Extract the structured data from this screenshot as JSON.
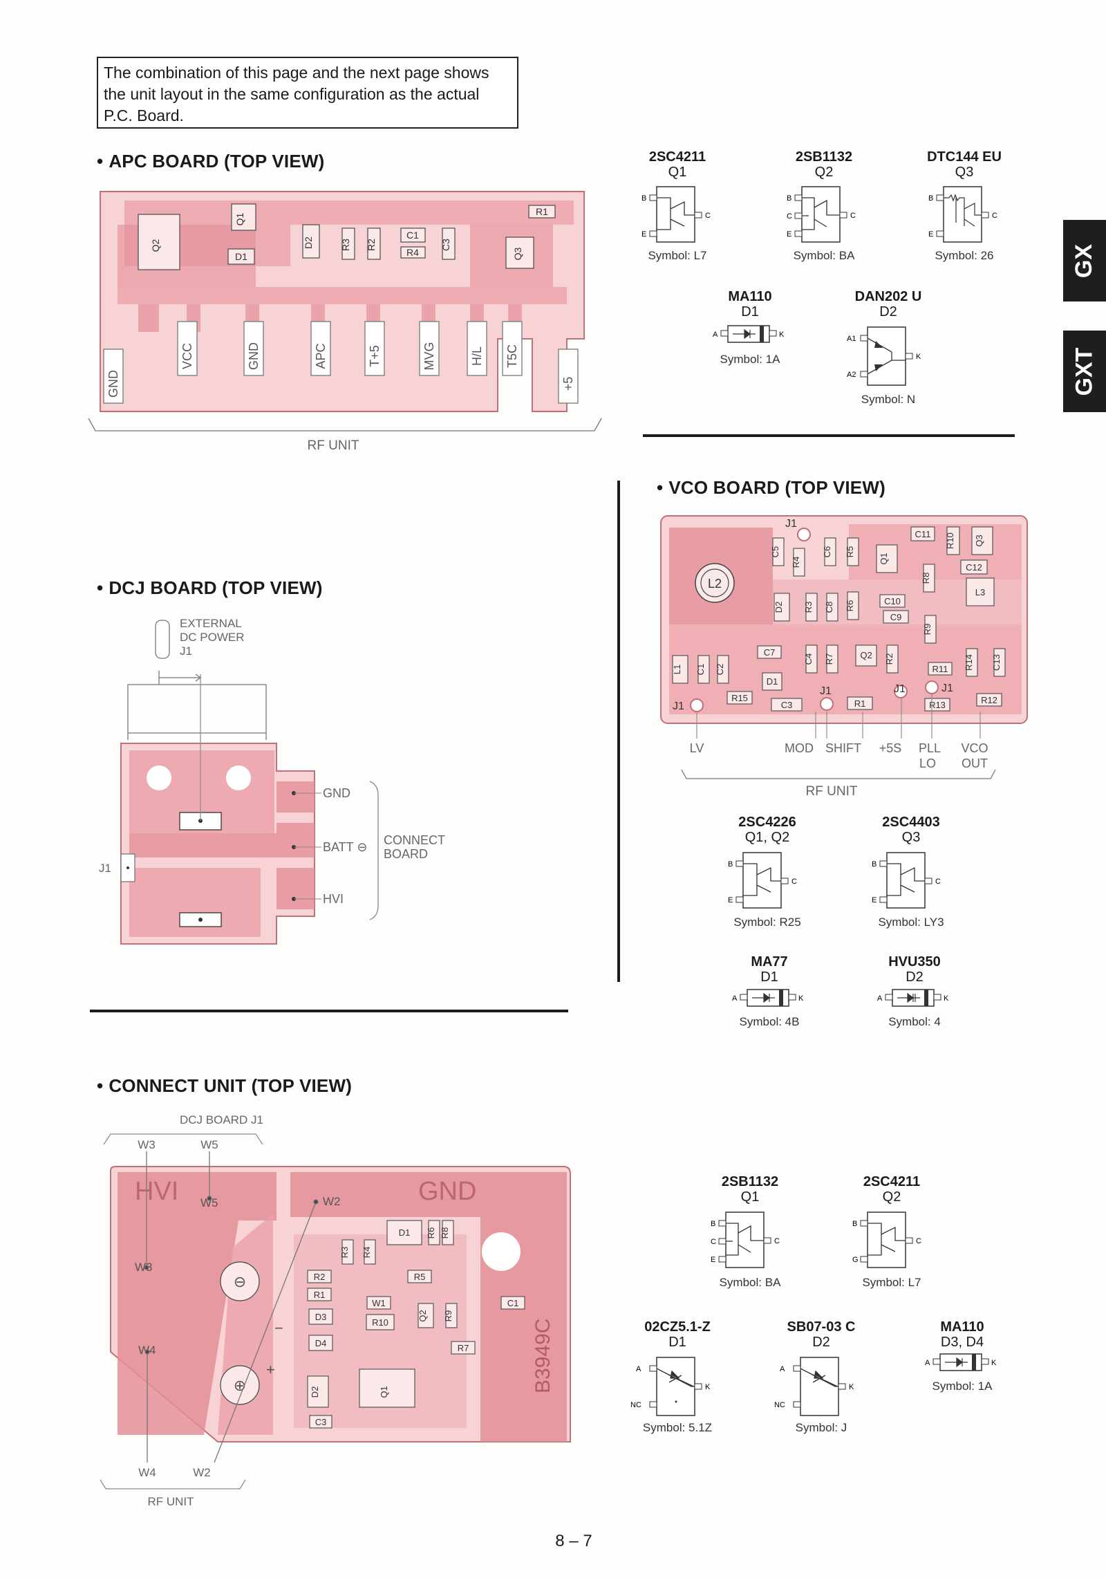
{
  "notice": "The combination of this page and the next page shows the unit layout in the same configuration as the actual P.C. Board.",
  "apc": {
    "title": "APC BOARD (TOP VIEW)",
    "pins": [
      "GND",
      "VCC",
      "GND",
      "APC",
      "T+5",
      "MVG",
      "H/L",
      "T5C",
      "+5"
    ],
    "components": [
      "Q2",
      "Q1",
      "D1",
      "D2",
      "R3",
      "R2",
      "C1",
      "R4",
      "C3",
      "R1",
      "Q3"
    ],
    "unit_label": "RF UNIT"
  },
  "apc_parts": [
    {
      "name": "2SC4211",
      "ref": "Q1",
      "symbol": "Symbol: L7"
    },
    {
      "name": "2SB1132",
      "ref": "Q2",
      "symbol": "Symbol: BA"
    },
    {
      "name": "DTC144 EU",
      "ref": "Q3",
      "symbol": "Symbol: 26"
    },
    {
      "name": "MA110",
      "ref": "D1",
      "symbol": "Symbol: 1A"
    },
    {
      "name": "DAN202 U",
      "ref": "D2",
      "symbol": "Symbol: N"
    }
  ],
  "tabs": [
    "GX",
    "GXT"
  ],
  "dcj": {
    "title": "DCJ BOARD (TOP VIEW)",
    "ext_power": [
      "EXTERNAL",
      "DC POWER",
      "J1"
    ],
    "j1": "J1",
    "pins": [
      "GND",
      "BATT ⊖",
      "HVI"
    ],
    "connect_board": [
      "CONNECT",
      "BOARD"
    ]
  },
  "vco": {
    "title": "VCO BOARD (TOP VIEW)",
    "components": [
      "L2",
      "C11",
      "R10",
      "Q3",
      "C5",
      "R4",
      "C6",
      "R5",
      "Q1",
      "R8",
      "C12",
      "D2",
      "R3",
      "C8",
      "R6",
      "C10",
      "C9",
      "L3",
      "R9",
      "L1",
      "C1",
      "C2",
      "C7",
      "C4",
      "R7",
      "Q2",
      "R2",
      "R11",
      "R14",
      "C13",
      "D1",
      "R15",
      "C3",
      "R1",
      "R13",
      "R12",
      "J1",
      "J1",
      "J1",
      "J1",
      "J1"
    ],
    "pins": [
      "LV",
      "MOD",
      "SHIFT",
      "+5S",
      "PLL",
      "LO",
      "VCO",
      "OUT"
    ],
    "unit_label": "RF UNIT"
  },
  "vco_parts": [
    {
      "name": "2SC4226",
      "ref": "Q1, Q2",
      "symbol": "Symbol: R25"
    },
    {
      "name": "2SC4403",
      "ref": "Q3",
      "symbol": "Symbol: LY3"
    },
    {
      "name": "MA77",
      "ref": "D1",
      "symbol": "Symbol: 4B"
    },
    {
      "name": "HVU350",
      "ref": "D2",
      "symbol": "Symbol: 4"
    }
  ],
  "connect": {
    "title": "CONNECT UNIT (TOP VIEW)",
    "dcj_label": "DCJ BOARD J1",
    "top_wires": [
      "W3",
      "W5"
    ],
    "board_labels": [
      "HVI",
      "GND",
      "W5",
      "W2",
      "W3",
      "W4",
      "B3949C"
    ],
    "components": [
      "D1",
      "R6",
      "R8",
      "R3",
      "R4",
      "R2",
      "R1",
      "R5",
      "W1",
      "C1",
      "D3",
      "R10",
      "Q2",
      "R9",
      "D4",
      "R7",
      "D2",
      "Q1",
      "C3"
    ],
    "bottom_wires": [
      "W4",
      "W2"
    ],
    "unit_label": "RF UNIT"
  },
  "connect_parts": [
    {
      "name": "2SB1132",
      "ref": "Q1",
      "symbol": "Symbol: BA"
    },
    {
      "name": "2SC4211",
      "ref": "Q2",
      "symbol": "Symbol: L7"
    },
    {
      "name": "02CZ5.1-Z",
      "ref": "D1",
      "symbol": "Symbol: 5.1Z"
    },
    {
      "name": "SB07-03 C",
      "ref": "D2",
      "symbol": "Symbol: J"
    },
    {
      "name": "MA110",
      "ref": "D3, D4",
      "symbol": "Symbol: 1A"
    }
  ],
  "pin_letters": {
    "b": "B",
    "c": "C",
    "e": "E",
    "a": "A",
    "k": "K",
    "a1": "A1",
    "a2": "A2",
    "g": "G",
    "nc": "NC"
  },
  "page_number": "8 – 7",
  "colors": {
    "pcb": "#f4c6c8",
    "trace": "#e7949c",
    "outline": "#c07078"
  }
}
